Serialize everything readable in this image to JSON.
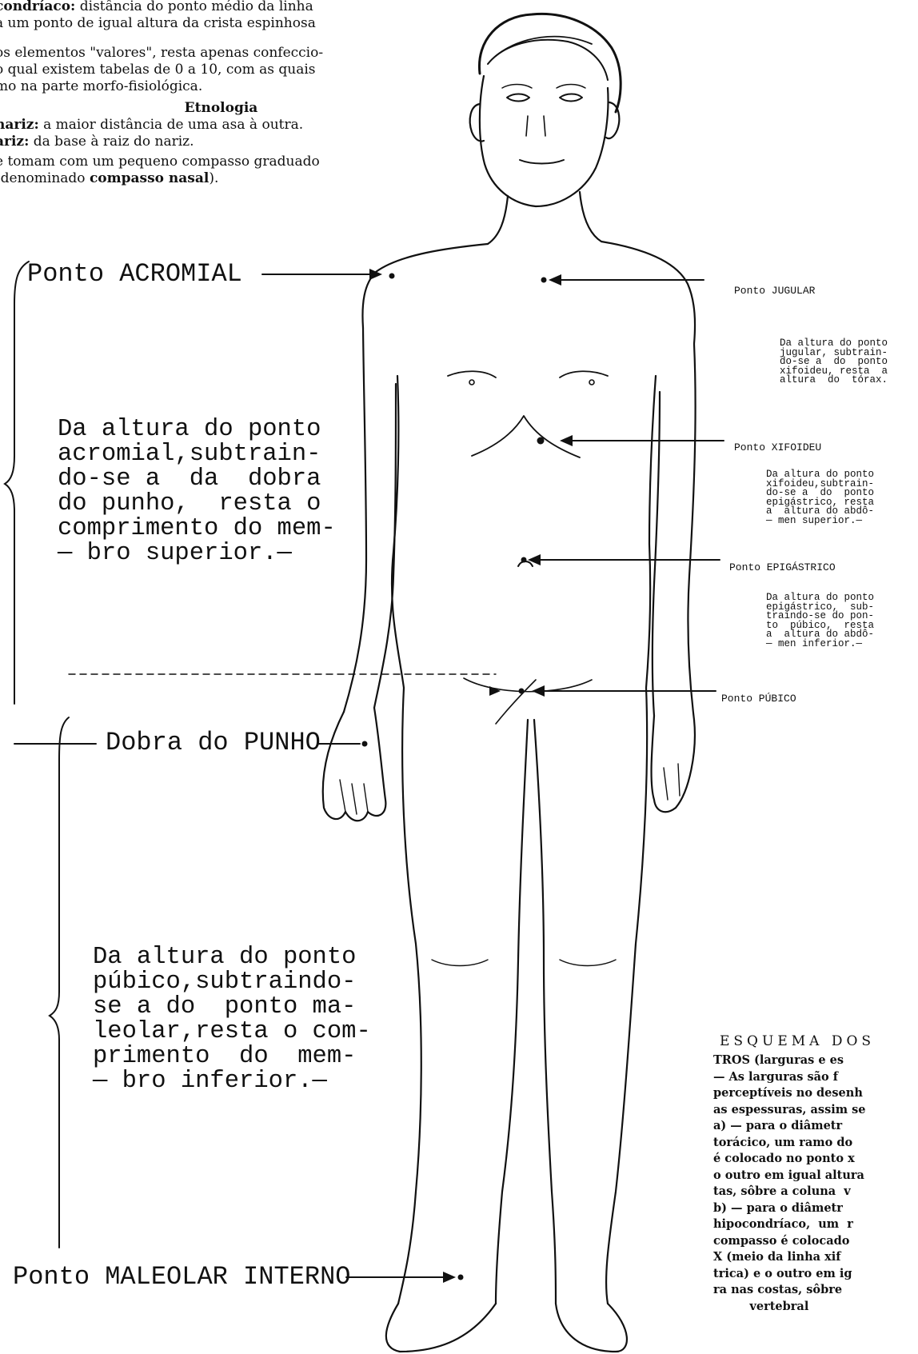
{
  "top_text": {
    "line1_bold": "condríaco:",
    "line1_rest": " distância do ponto médio da linha",
    "line2": "a um ponto de igual altura da crista espinhosa",
    "line3": "os elementos \"valores\", resta apenas confeccio-",
    "line4": "o qual existem tabelas de 0 a 10, com as quais",
    "line5": "mo na parte morfo-fisiológica.",
    "heading": "Etnologia",
    "line6_bold": "nariz:",
    "line6_rest": " a maior distância de uma asa à outra.",
    "line7_bold": "ariz:",
    "line7_rest": " da base à raiz do nariz.",
    "line8": "e tomam com um pequeno compasso graduado",
    "line9_pre": "denominado ",
    "line9_bold": "compasso nasal",
    "line9_post": ")."
  },
  "labels": {
    "acromial": "Ponto  ACROMIAL",
    "acromial_note": "Da altura do ponto\nacromial,subtrain-\ndo-se a  da  dobra\ndo punho,  resta o\ncomprimento do mem-\n— bro superior.—",
    "punho": "Dobra do PUNHO",
    "pubico_note": "Da altura do ponto\npúbico,subtraindo-\nse a do  ponto ma-\nleolar,resta o com-\nprimento  do  mem-\n— bro inferior.—",
    "maleolar": "Ponto  MALEOLAR INTERNO"
  },
  "right_labels": {
    "jugular": "Ponto  JUGULAR",
    "jugular_note": "Da altura do ponto\njugular, subtrain-\ndo-se a  do  ponto\nxifoideu, resta  a\naltura  do  tórax.",
    "xifoideu": "Ponto  XIFOIDEU",
    "xifoideu_note": "Da altura do ponto\nxifoideu,subtrain-\ndo-se a  do  ponto\nepigástrico, resta\na  altura do abdô-\n— men superior.—",
    "epigastrico": "Ponto  EPIGÁSTRICO",
    "epigastrico_note": "Da altura do ponto\nepigástrico,  sub-\ntraindo-se do pon-\nto  púbico,  resta\na  altura do abdô-\n— men inferior.—",
    "pubico": "Ponto  PÚBICO"
  },
  "bottom_right": {
    "title": "ESQUEMA DOS",
    "text": "TROS (larguras e es\n— As larguras são f\nperceptíveis no desenh\nas espessuras, assim se\na) — para o diâmetr\ntorácico, um ramo do\né colocado no ponto x\no outro em igual altura\ntas, sôbre a coluna  v\nb) — para o diâmetr\nhipocondríaco,  um  r\ncompasso é colocado\nX (meio da linha xif\ntrica) e o outro em ig\nra nas costas, sôbre\n         vertebral"
  }
}
